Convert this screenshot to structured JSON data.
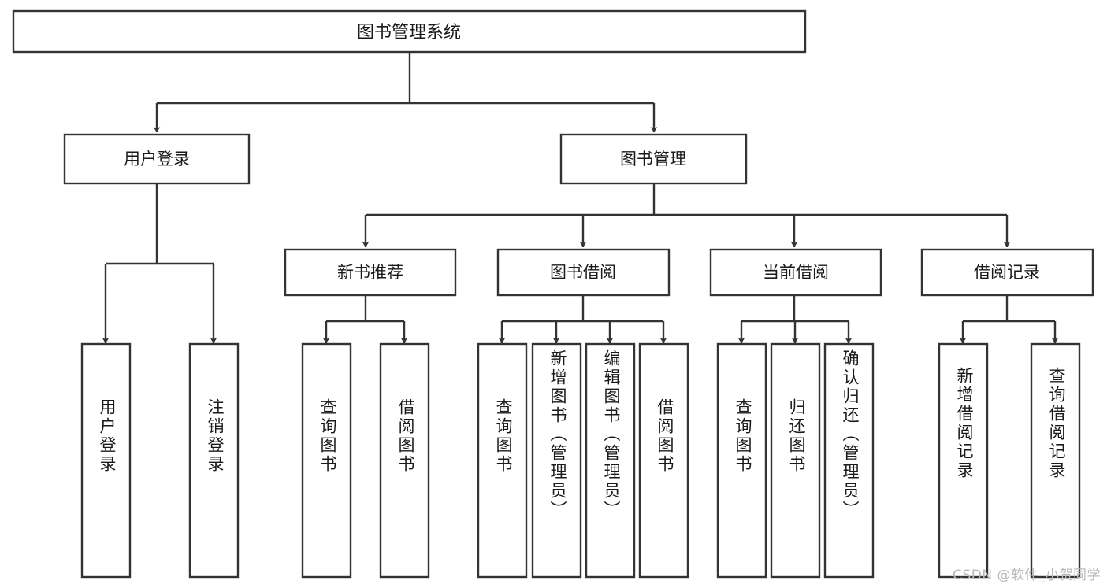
{
  "diagram": {
    "title": "图书管理系统",
    "type": "tree",
    "colors": {
      "box_stroke": "#333333",
      "box_fill": "#ffffff",
      "connector": "#333333",
      "text": "#1a1a1a",
      "watermark": "#b9b9b9",
      "background": "#ffffff"
    },
    "root": {
      "label": "图书管理系统"
    },
    "level2": [
      {
        "label": "用户登录"
      },
      {
        "label": "图书管理"
      }
    ],
    "level3": [
      {
        "label": "新书推荐"
      },
      {
        "label": "图书借阅"
      },
      {
        "label": "当前借阅"
      },
      {
        "label": "借阅记录"
      }
    ],
    "leaves": {
      "user_login": [
        {
          "label": "用户登录"
        },
        {
          "label": "注销登录"
        }
      ],
      "new_book_recommend": [
        {
          "label": "查询图书"
        },
        {
          "label": "借阅图书"
        }
      ],
      "book_borrow": [
        {
          "label": "查询图书"
        },
        {
          "label": "新增图书（管理员）"
        },
        {
          "label": "编辑图书（管理员）"
        },
        {
          "label": "借阅图书"
        }
      ],
      "current_borrow": [
        {
          "label": "查询图书"
        },
        {
          "label": "归还图书"
        },
        {
          "label": "确认归还（管理员）"
        }
      ],
      "borrow_records": [
        {
          "label": "新增借阅记录"
        },
        {
          "label": "查询借阅记录"
        }
      ]
    }
  },
  "watermark": {
    "text": "CSDN @软件_小贺同学"
  }
}
